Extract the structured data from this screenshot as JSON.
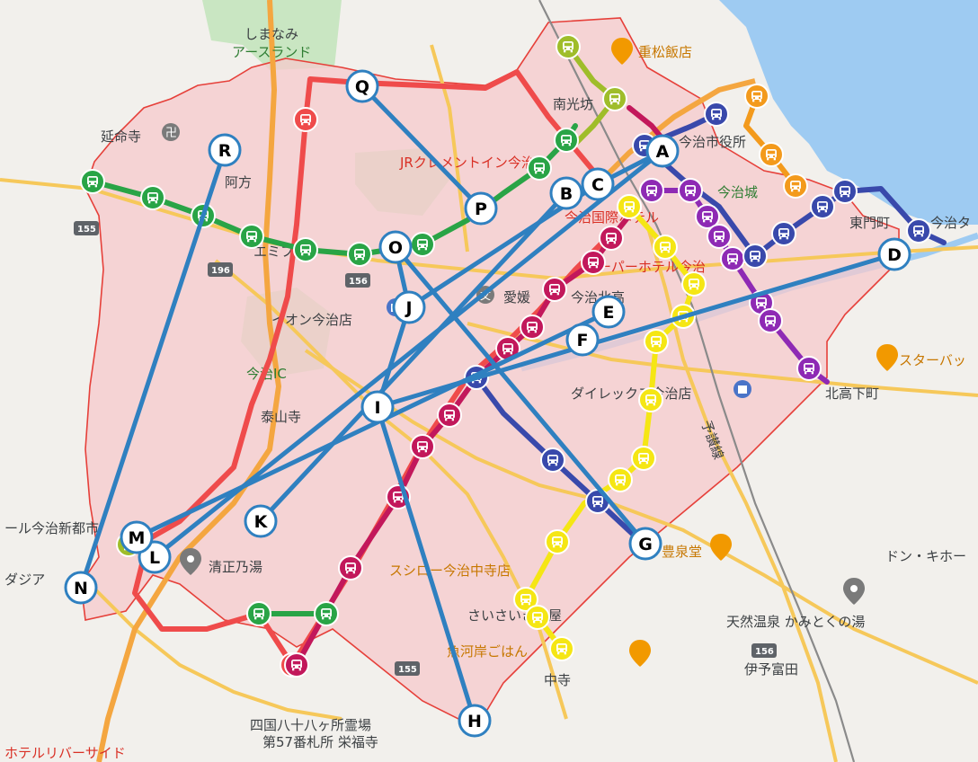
{
  "colors": {
    "land": "#f2f0ec",
    "water": "#9ecbf2",
    "district_fill": "#f5c9cc",
    "district_border": "#e6403a",
    "connection_line": "#2f80c0",
    "road_major": "#f6c85a",
    "road_expressway": "#f4a640",
    "park": "#c9e6c2",
    "route_red": "#ef4b4b",
    "route_green": "#29a446",
    "route_olive": "#9fbd2a",
    "route_magenta": "#c2185b",
    "route_yellow": "#f5e614",
    "route_purple": "#8e2ab4",
    "route_navy": "#3949ab",
    "route_orange": "#f39a1c"
  },
  "map_labels": [
    {
      "text": "しまなみ",
      "cls": "gray"
    },
    {
      "text": "アースランド",
      "cls": "green"
    },
    {
      "text": "重松飯店",
      "cls": "orange"
    },
    {
      "text": "南光坊",
      "cls": "gray"
    },
    {
      "text": "今治市役所",
      "cls": "gray"
    },
    {
      "text": "延命寺",
      "cls": "gray"
    },
    {
      "text": "阿方",
      "cls": "gray"
    },
    {
      "text": "JRクレメントイン今治",
      "cls": "red"
    },
    {
      "text": "今治城",
      "cls": "green"
    },
    {
      "text": "東門町",
      "cls": "gray"
    },
    {
      "text": "今治タ",
      "cls": "gray"
    },
    {
      "text": "今治国際ホテル",
      "cls": "red"
    },
    {
      "text": "エミフル",
      "cls": "gray"
    },
    {
      "text": "スーパーホテル今治",
      "cls": "red"
    },
    {
      "text": "今治北高",
      "cls": "gray"
    },
    {
      "text": "愛媛",
      "cls": "gray"
    },
    {
      "text": "イオン今治店",
      "cls": "gray"
    },
    {
      "text": "スターバッ",
      "cls": "orange"
    },
    {
      "text": "今治IC",
      "cls": "green"
    },
    {
      "text": "ダイレックス今治店",
      "cls": "gray"
    },
    {
      "text": "北高下町",
      "cls": "gray"
    },
    {
      "text": "泰山寺",
      "cls": "gray"
    },
    {
      "text": "ール今治新都市",
      "cls": "gray"
    },
    {
      "text": "ダジア",
      "cls": "gray"
    },
    {
      "text": "清正乃湯",
      "cls": "gray"
    },
    {
      "text": "豊泉堂",
      "cls": "orange"
    },
    {
      "text": "ドン・キホー",
      "cls": "gray"
    },
    {
      "text": "スシロー今治中寺店",
      "cls": "orange"
    },
    {
      "text": "さいさいきて屋",
      "cls": "gray"
    },
    {
      "text": "天然温泉 かみとくの湯",
      "cls": "gray"
    },
    {
      "text": "魚河岸ごはん",
      "cls": "orange"
    },
    {
      "text": "伊予富田",
      "cls": "gray"
    },
    {
      "text": "中寺",
      "cls": "gray"
    },
    {
      "text": "四国八十八ヶ所霊場",
      "cls": "gray"
    },
    {
      "text": "第57番札所 栄福寺",
      "cls": "gray"
    },
    {
      "text": "ホテルリバーサイド",
      "cls": "red"
    },
    {
      "text": "予讃線",
      "cls": "gray"
    }
  ],
  "road_shields": [
    "155",
    "196",
    "156",
    "155",
    "156"
  ],
  "stops": [
    {
      "label": "A"
    },
    {
      "label": "B"
    },
    {
      "label": "C"
    },
    {
      "label": "D"
    },
    {
      "label": "E"
    },
    {
      "label": "F"
    },
    {
      "label": "G"
    },
    {
      "label": "H"
    },
    {
      "label": "I"
    },
    {
      "label": "J"
    },
    {
      "label": "K"
    },
    {
      "label": "L"
    },
    {
      "label": "M"
    },
    {
      "label": "N"
    },
    {
      "label": "O"
    },
    {
      "label": "P"
    },
    {
      "label": "Q"
    },
    {
      "label": "R"
    }
  ],
  "icons": {
    "bus_stop": "bus-icon",
    "pin": "map-pin-icon",
    "temple": "temple-icon",
    "restaurant": "restaurant-icon",
    "shopping": "shopping-bag-icon",
    "school": "school-icon"
  }
}
